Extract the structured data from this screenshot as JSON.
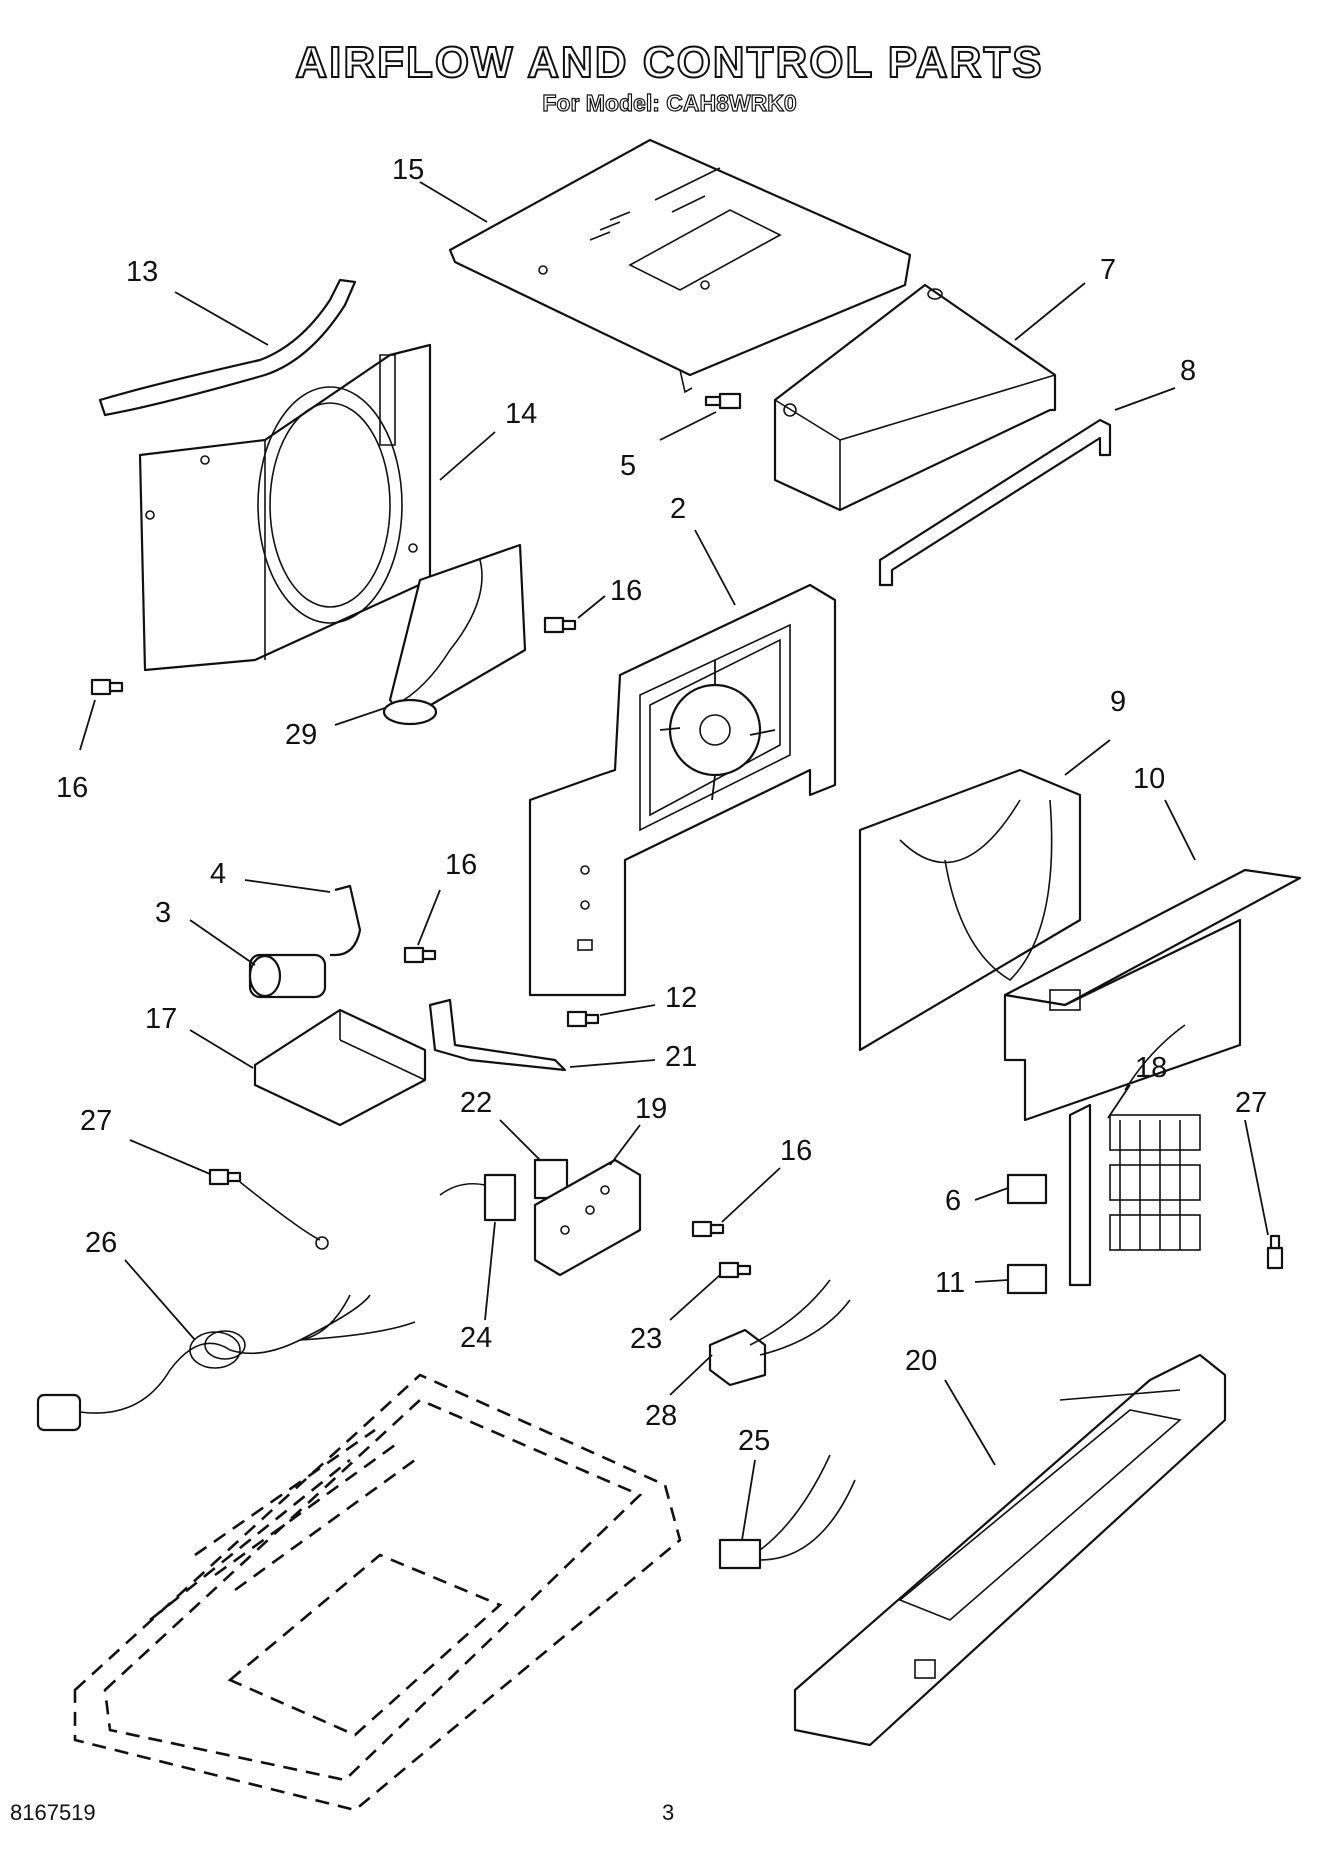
{
  "header": {
    "title": "AIRFLOW AND CONTROL PARTS",
    "subtitle": "For Model: CAH8WRK0"
  },
  "footer": {
    "document_number": "8167519",
    "page_number": "3"
  },
  "callouts": [
    {
      "id": "c15a",
      "label": "15"
    },
    {
      "id": "c13",
      "label": "13"
    },
    {
      "id": "c7",
      "label": "7"
    },
    {
      "id": "c8",
      "label": "8"
    },
    {
      "id": "c14",
      "label": "14"
    },
    {
      "id": "c5",
      "label": "5"
    },
    {
      "id": "c2",
      "label": "2"
    },
    {
      "id": "c16a",
      "label": "16"
    },
    {
      "id": "c29",
      "label": "29"
    },
    {
      "id": "c16b",
      "label": "16"
    },
    {
      "id": "c9",
      "label": "9"
    },
    {
      "id": "c10",
      "label": "10"
    },
    {
      "id": "c4",
      "label": "4"
    },
    {
      "id": "c16c",
      "label": "16"
    },
    {
      "id": "c3",
      "label": "3"
    },
    {
      "id": "c12",
      "label": "12"
    },
    {
      "id": "c17",
      "label": "17"
    },
    {
      "id": "c21",
      "label": "21"
    },
    {
      "id": "c18",
      "label": "18"
    },
    {
      "id": "c27a",
      "label": "27"
    },
    {
      "id": "c22",
      "label": "22"
    },
    {
      "id": "c19",
      "label": "19"
    },
    {
      "id": "c16d",
      "label": "16"
    },
    {
      "id": "c27b",
      "label": "27"
    },
    {
      "id": "c6",
      "label": "6"
    },
    {
      "id": "c26",
      "label": "26"
    },
    {
      "id": "c11",
      "label": "11"
    },
    {
      "id": "c24",
      "label": "24"
    },
    {
      "id": "c23",
      "label": "23"
    },
    {
      "id": "c20",
      "label": "20"
    },
    {
      "id": "c28",
      "label": "28"
    },
    {
      "id": "c25",
      "label": "25"
    }
  ]
}
